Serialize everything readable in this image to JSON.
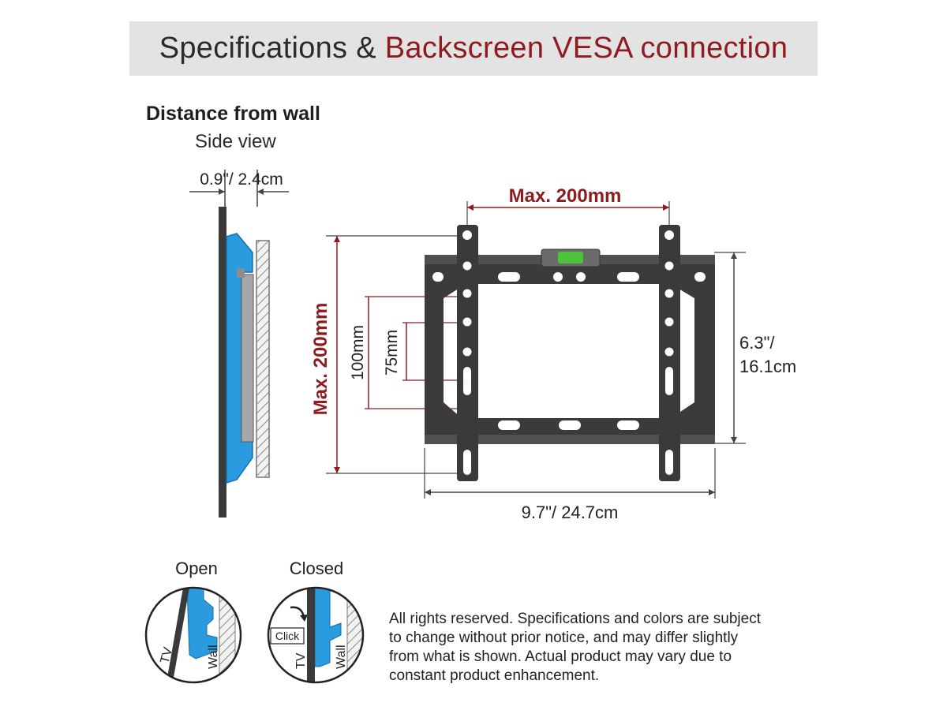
{
  "header": {
    "title_plain": "Specifications & ",
    "title_accent": "Backscreen VESA connection"
  },
  "side_view": {
    "title": "Distance from wall",
    "subtitle": "Side view",
    "depth_label": "0.9\"/ 2.4cm"
  },
  "front_view": {
    "max_width_label": "Max. 200mm",
    "max_height_label": "Max. 200mm",
    "hole_100_label": "100mm",
    "hole_75_label": "75mm",
    "height_label_line1": "6.3\"/",
    "height_label_line2": "16.1cm",
    "width_label": "9.7\"/ 24.7cm"
  },
  "lock_states": {
    "open_label": "Open",
    "closed_label": "Closed",
    "tv_label": "TV",
    "wall_label": "Wall",
    "click_label": "Click"
  },
  "disclaimer": {
    "line1": "All rights reserved. Specifications and colors are subject",
    "line2": "to change without prior notice, and may differ slightly",
    "line3": "from what is shown. Actual product may vary due to",
    "line4": "constant product enhancement."
  },
  "colors": {
    "accent_red": "#8e1b1f",
    "bracket_blue": "#2b9be0",
    "bracket_dark": "#3a3a3a",
    "level_green": "#4cc43a",
    "header_bg": "#e3e3e3"
  }
}
